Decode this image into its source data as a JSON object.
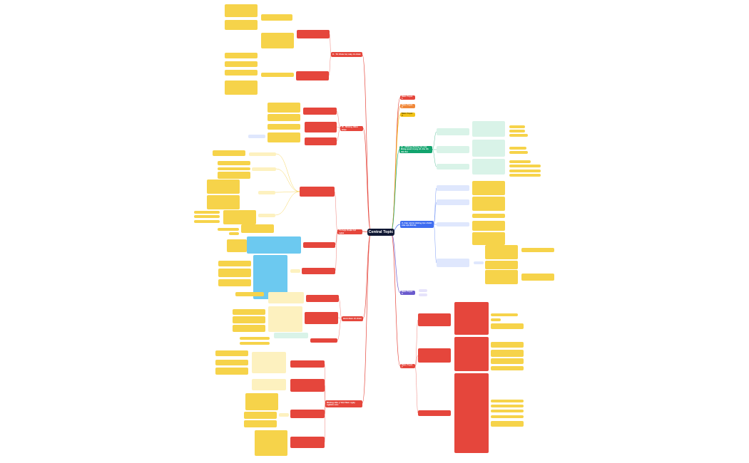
{
  "central": {
    "label": "Central Topic"
  },
  "left_branches": [
    {
      "label": "II - Tổ Chức bộ máy tổ chức",
      "color": "#e5463c"
    },
    {
      "label": "III - Những điểm khác",
      "color": "#e5463c"
    },
    {
      "label": "Tổ hợp thuận lợi nghé",
      "color": "#e5463c"
    },
    {
      "label": "Hình thức tổ chức",
      "color": "#e5463c"
    },
    {
      "label": "Những dấu ý Việt Nam ngày nghiên cứu",
      "color": "#e5463c"
    }
  ],
  "right_branches": [
    {
      "label": "Main Topic 1",
      "color": "#e5463c"
    },
    {
      "label": "Main Topic 2",
      "color": "#f0883a"
    },
    {
      "label": "Main Topic 3",
      "color": "#f2c318"
    },
    {
      "label": "IV - Những đường lối của Đảng quan trọng về chế độ đất đai",
      "color": "#12a46e"
    },
    {
      "label": "V- Các nội lệ những tộc chính của nội đổi bộ",
      "color": "#3f6df0"
    },
    {
      "label": "Main Topic 6",
      "color": "#6a5acd"
    },
    {
      "label": "Main Topic 7",
      "color": "#e5463c"
    }
  ]
}
